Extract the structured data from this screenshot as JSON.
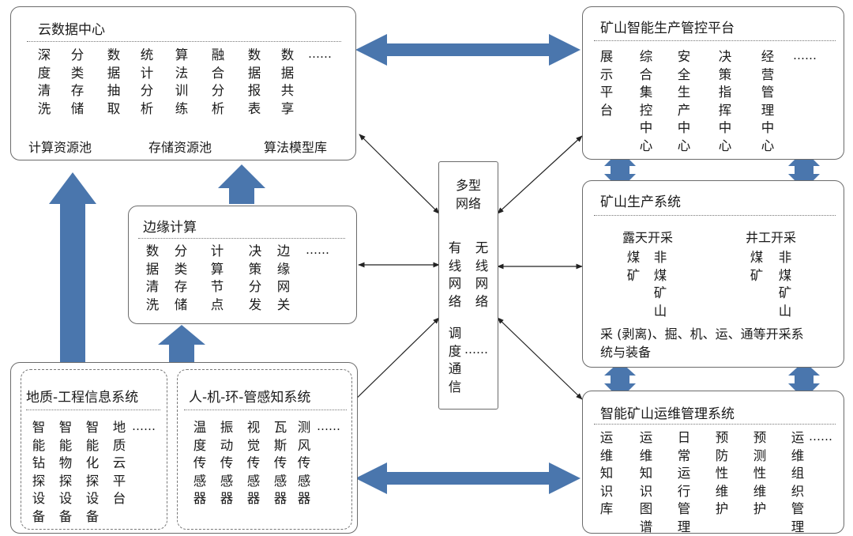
{
  "cloud": {
    "title": "云数据中心",
    "cols": [
      "深度清洗",
      "分类存储",
      "数据抽取",
      "统计分析",
      "算法训练",
      "融合分析",
      "数据报表",
      "数据共享"
    ],
    "more": "……",
    "pools": [
      "计算资源池",
      "存储资源池",
      "算法模型库"
    ]
  },
  "edge": {
    "title": "边缘计算",
    "cols": [
      "数据清洗",
      "分类存储",
      "计算节点",
      "决策分发",
      "边缘网关"
    ],
    "more": "……"
  },
  "geo": {
    "title": "地质-工程信息系统",
    "cols": [
      "智能钻探设备",
      "智能物探设备",
      "智能化探设备",
      "地质云平台"
    ],
    "more": "……"
  },
  "human": {
    "title": "人-机-环-管感知系统",
    "cols": [
      "温度传感器",
      "振动传感器",
      "视觉传感器",
      "瓦斯传感器",
      "测风传感器"
    ],
    "more": "……"
  },
  "network": {
    "title": "多型网络",
    "cols": [
      "有线网络",
      "无线网络",
      "调度通信"
    ],
    "more": "……"
  },
  "platform": {
    "title": "矿山智能生产管控平台",
    "cols": [
      "展示平台",
      "综合集控中心",
      "安全生产中心",
      "决策指挥中心",
      "经营管理中心"
    ],
    "more": "……"
  },
  "production": {
    "title": "矿山生产系统",
    "open_pit": {
      "title": "露天开采",
      "cols": [
        "煤矿",
        "非煤矿山"
      ]
    },
    "underground": {
      "title": "井工开采",
      "cols": [
        "煤矿",
        "非煤矿山"
      ]
    },
    "desc": "采 (剥离)、掘、机、运、通等开采系统与装备"
  },
  "ops": {
    "title": "智能矿山运维管理系统",
    "cols": [
      "运维知识库",
      "运维知识图谱",
      "日常运行管理",
      "预防性维护",
      "预测性维护",
      "运维组织管理"
    ],
    "more": "……"
  },
  "colors": {
    "arrow": "#4a76ad",
    "line": "#222222",
    "border": "#6b6b6b"
  }
}
